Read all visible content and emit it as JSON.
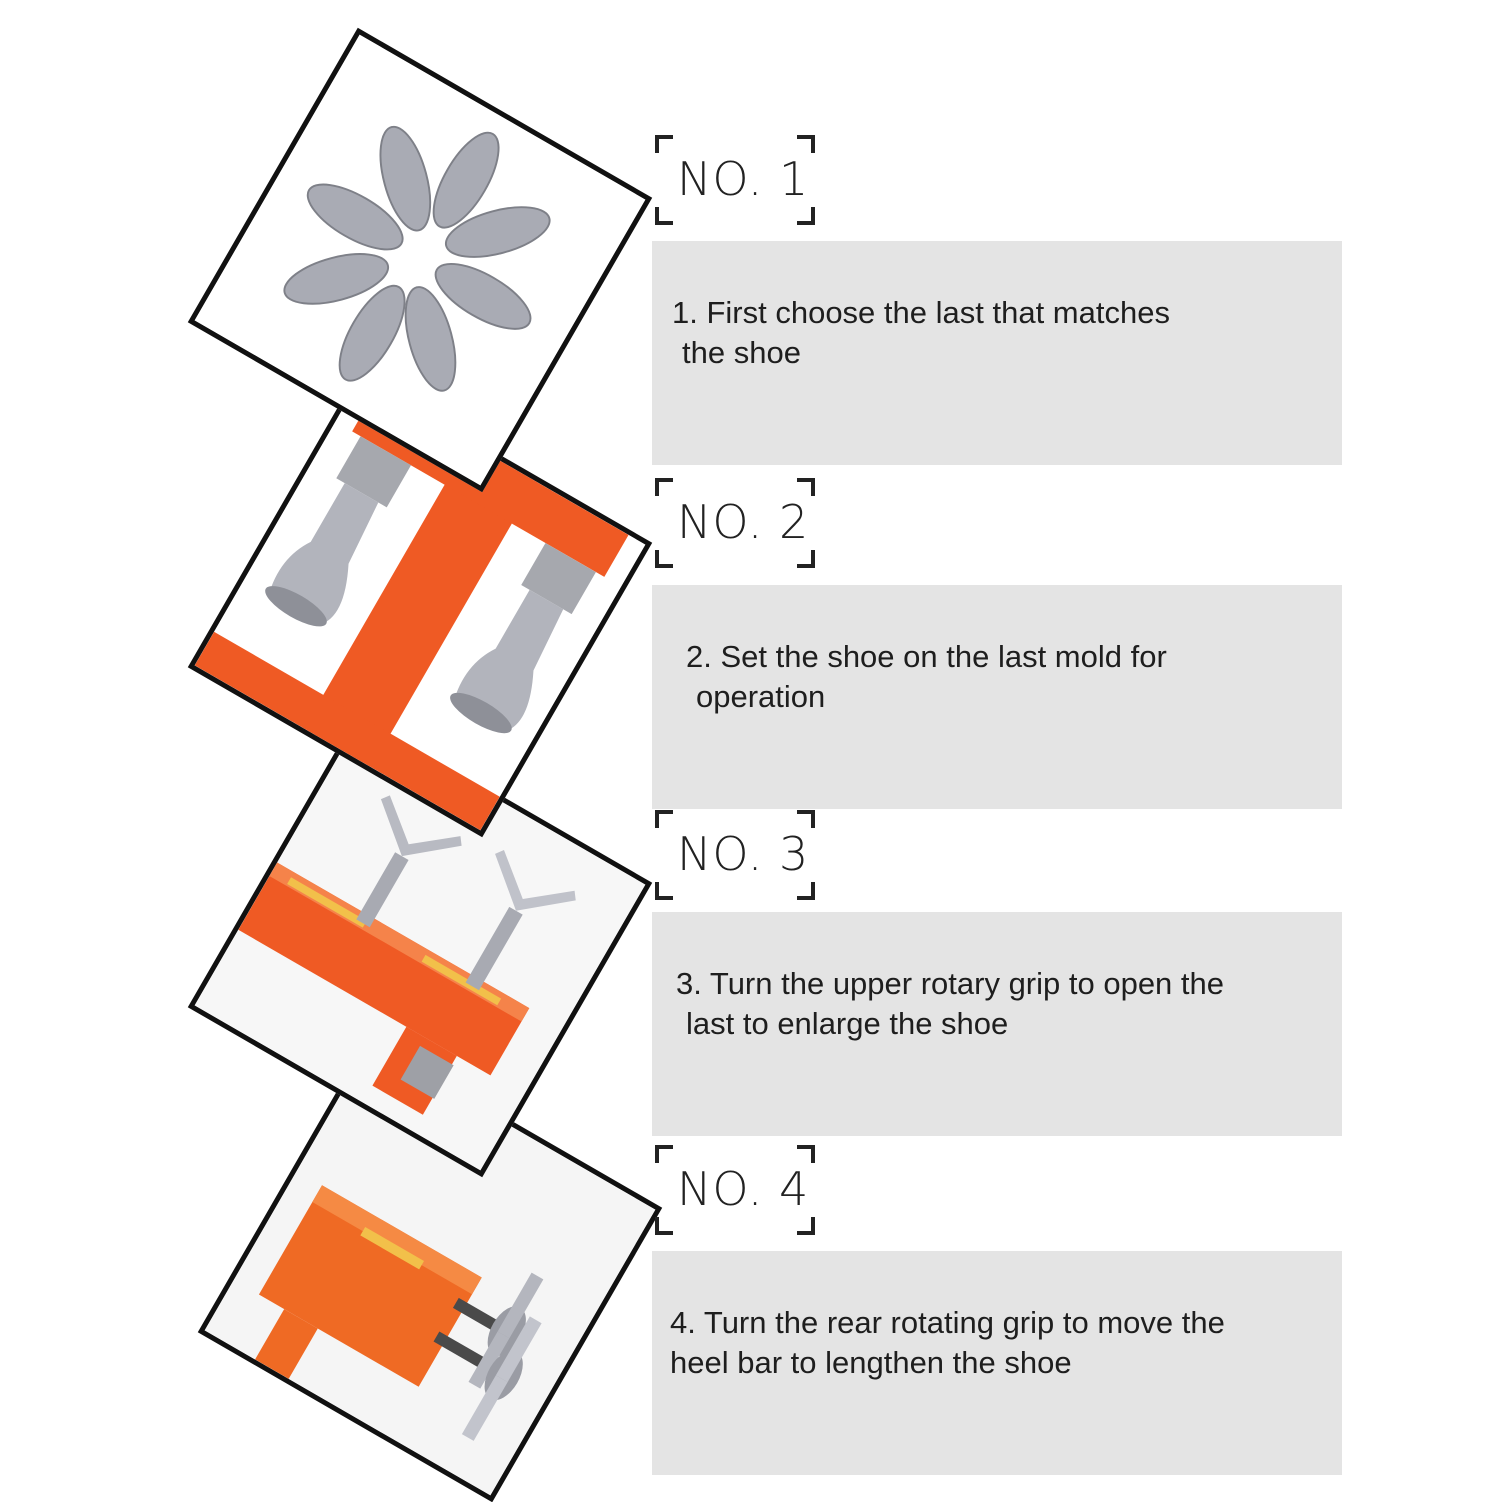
{
  "steps": [
    {
      "label": "NO. 1",
      "text_line1": "1. First choose the last that matches",
      "text_line2": "the shoe",
      "photo_icon": "shoe-lasts-icon"
    },
    {
      "label": "NO. 2",
      "text_line1": "2. Set the shoe on the last mold for",
      "text_line2": "operation",
      "photo_icon": "shoe-stretcher-machine-icon"
    },
    {
      "label": "NO. 3",
      "text_line1": "3. Turn the upper rotary grip to open the",
      "text_line2": "last to enlarge the shoe",
      "photo_icon": "upper-rotary-grip-icon"
    },
    {
      "label": "NO. 4",
      "text_line1": "4. Turn the rear rotating grip to move the",
      "text_line2": "heel bar to lengthen the shoe",
      "photo_icon": "rear-rotating-grip-icon"
    }
  ],
  "colors": {
    "machine_orange": "#ef5a24",
    "metal_silver": "#a8aab2",
    "box_gray": "#e4e4e4",
    "frame_black": "#111111"
  }
}
